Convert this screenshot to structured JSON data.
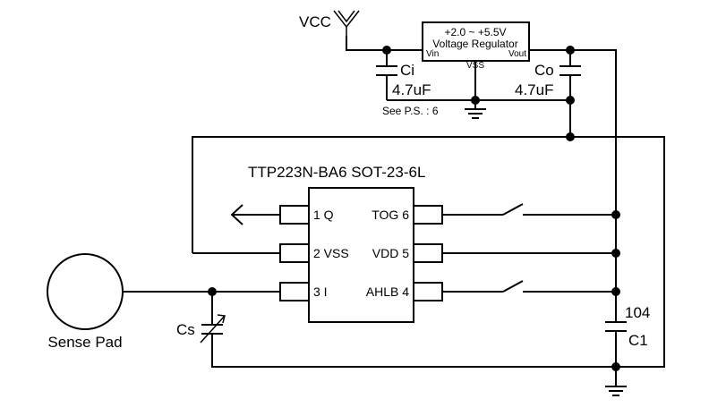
{
  "vcc_label": "VCC",
  "regulator": {
    "range": "+2.0 ~ +5.5V",
    "name": "Voltage Regulator",
    "vin": "Vin",
    "vout": "Vout",
    "vss": "VSS"
  },
  "ci": {
    "name": "Ci",
    "value": "4.7uF"
  },
  "co": {
    "name": "Co",
    "value": "4.7uF"
  },
  "note": "See P.S. : 6",
  "chip": {
    "title": "TTP223N-BA6 SOT-23-6L",
    "pins": {
      "p1": "1 Q",
      "p2": "2 VSS",
      "p3": "3 I",
      "p4": "AHLB 4",
      "p5": "VDD 5",
      "p6": "TOG 6"
    }
  },
  "c1": {
    "value": "104",
    "name": "C1"
  },
  "cs_label": "Cs",
  "sense_pad_label": "Sense Pad"
}
